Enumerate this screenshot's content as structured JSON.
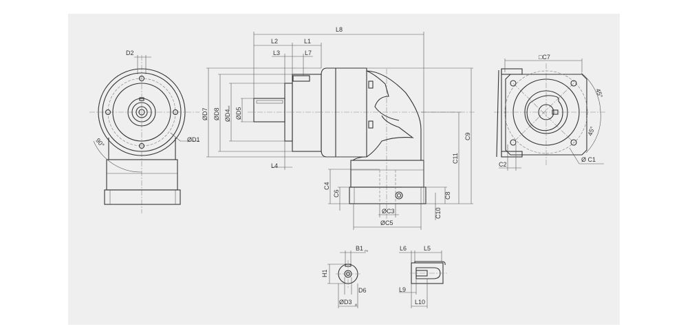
{
  "labels": {
    "D2": "D2",
    "D1": "ØD1",
    "angle_90": "90°",
    "L8": "L8",
    "L2": "L2",
    "L1": "L1",
    "L3": "L3",
    "L7": "L7",
    "L4": "L4",
    "D7": "ØD7",
    "D8": "ØD8",
    "D4": "ØD4",
    "D4_tol": "h6",
    "D5": "ØD5",
    "C9": "C9",
    "C11": "C11",
    "C4": "C4",
    "C6": "C6",
    "C8": "C8",
    "C10": "C10",
    "C3": "ØC3",
    "C5": "ØC5",
    "C7": "□C7",
    "C2": "C2",
    "C1": "Ø C1",
    "angle_45a": "45°",
    "angle_45b": "45°",
    "B1": "B1",
    "B1_tol": "P9",
    "H1": "H1",
    "D6": "D6",
    "D3": "ØD3",
    "D3_tol": "j6",
    "L6": "L6",
    "L5": "L5",
    "L9": "L9",
    "L10": "L10"
  }
}
